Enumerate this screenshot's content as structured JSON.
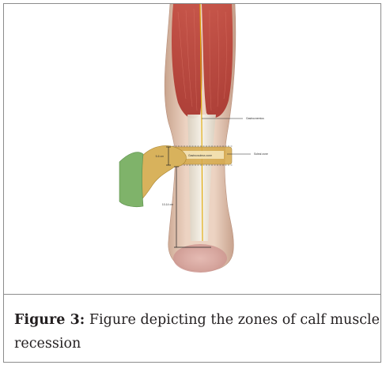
{
  "figure": {
    "caption_label": "Figure 3:",
    "caption_text": " Figure depicting the zones of calf muscle recession",
    "annotations": {
      "top_right": "Gastrocnemius",
      "band_center": "Gastrocsoleus zone",
      "band_right": "Soleal zone",
      "left_upper": "5-6 cm",
      "left_lower": "10-14 cm"
    }
  },
  "colors": {
    "skin": "#e8c8b0",
    "muscle": "#c8453c",
    "tendon": "#f2efe4",
    "hand": "#d8b25c",
    "sleeve": "#7fb36a",
    "border": "#8c8c8c"
  }
}
